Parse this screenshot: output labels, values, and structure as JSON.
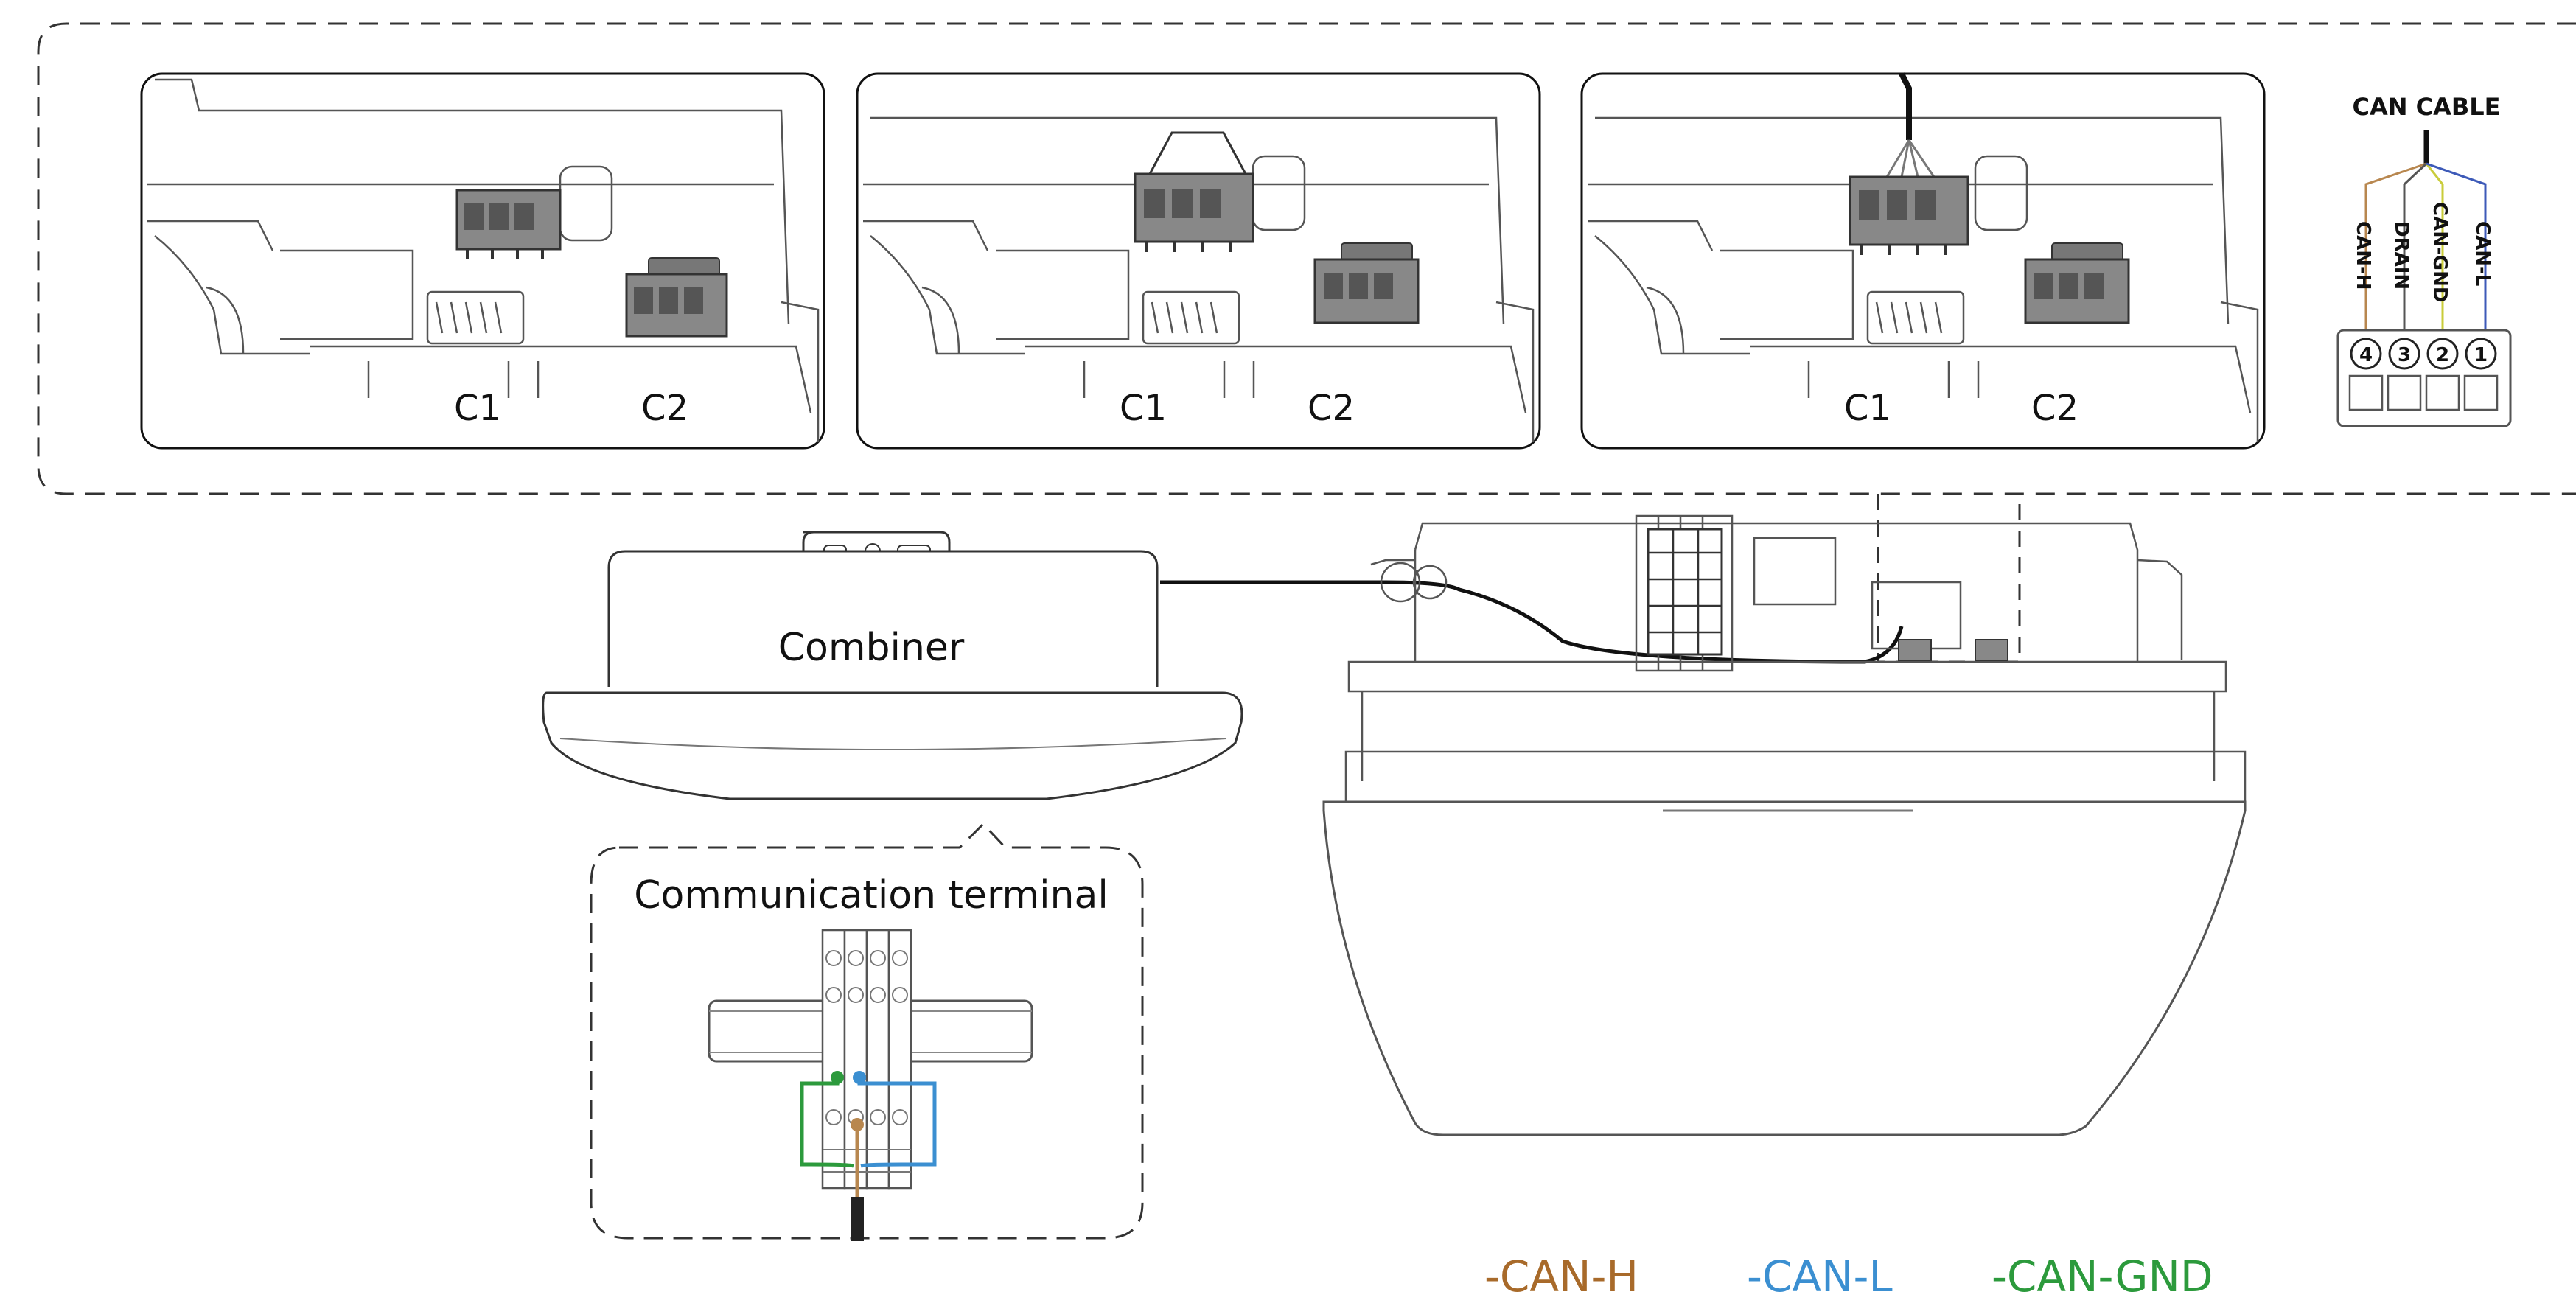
{
  "panels": [
    {
      "c1_label": "C1",
      "c2_label": "C2"
    },
    {
      "c1_label": "C1",
      "c2_label": "C2"
    },
    {
      "c1_label": "C1",
      "c2_label": "C2"
    }
  ],
  "can_cable": {
    "title": "CAN CABLE",
    "pins": [
      {
        "number": "4",
        "wire": "CAN-H",
        "color": "#b8874f"
      },
      {
        "number": "3",
        "wire": "DRAIN",
        "color": "#555555"
      },
      {
        "number": "2",
        "wire": "CAN-GND",
        "color": "#c9cc3a"
      },
      {
        "number": "1",
        "wire": "CAN-L",
        "color": "#3d5ab8"
      }
    ]
  },
  "combiner": {
    "label": "Combiner"
  },
  "communication_terminal": {
    "label": "Communication terminal"
  },
  "legend": [
    {
      "text": "-CAN-H",
      "color": "#a86a2a"
    },
    {
      "text": "-CAN-L",
      "color": "#3b8fd1"
    },
    {
      "text": "-CAN-GND",
      "color": "#2c9a3c"
    }
  ]
}
